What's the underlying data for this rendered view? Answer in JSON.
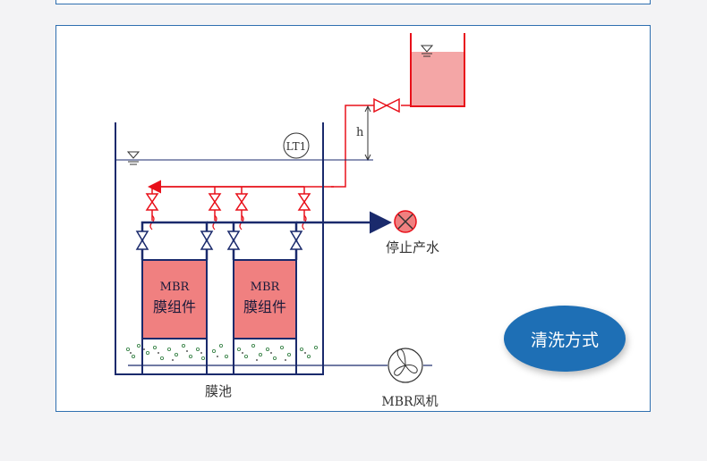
{
  "badge": {
    "label": "清洗方式"
  },
  "diagram": {
    "tank_label": "膜池",
    "module_label_line1": "MBR",
    "module_label_line2": "膜组件",
    "level_sensor": "LT1",
    "height_mark": "h",
    "stop_label": "停止产水",
    "blower_label": "MBR风机"
  },
  "colors": {
    "frame_blue": "#1a2a6c",
    "pipe_red": "#e8101a",
    "module_fill": "#f08080",
    "backwash_tank_fill": "#f4a6a6",
    "badge_blue": "#1e6fb5",
    "panel_border": "#2f6fb0"
  }
}
